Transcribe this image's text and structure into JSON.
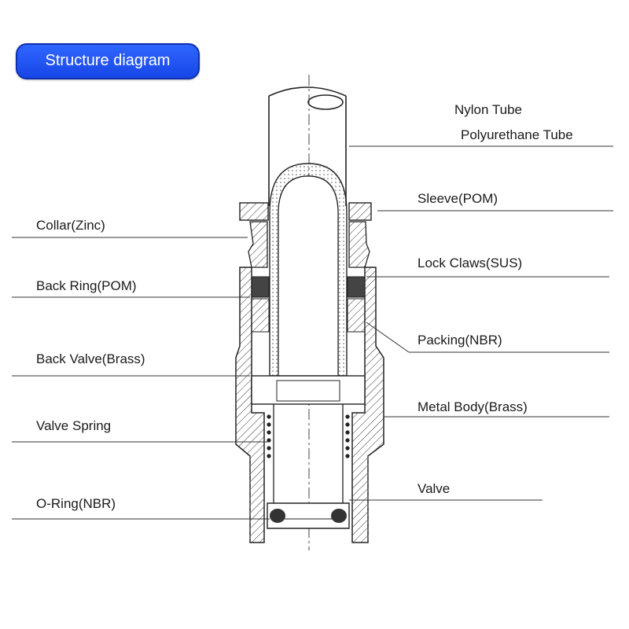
{
  "title": "Structure diagram",
  "labels": {
    "nylon_tube": "Nylon Tube",
    "polyurethane_tube": "Polyurethane Tube",
    "sleeve": "Sleeve(POM)",
    "collar": "Collar(Zinc)",
    "lock_claws": "Lock Claws(SUS)",
    "back_ring": "Back Ring(POM)",
    "packing": "Packing(NBR)",
    "back_valve": "Back Valve(Brass)",
    "metal_body": "Metal Body(Brass)",
    "valve_spring": "Valve Spring",
    "valve": "Valve",
    "o_ring": "O-Ring(NBR)"
  },
  "colors": {
    "badge": "#1f4ff0",
    "line": "#222222"
  }
}
